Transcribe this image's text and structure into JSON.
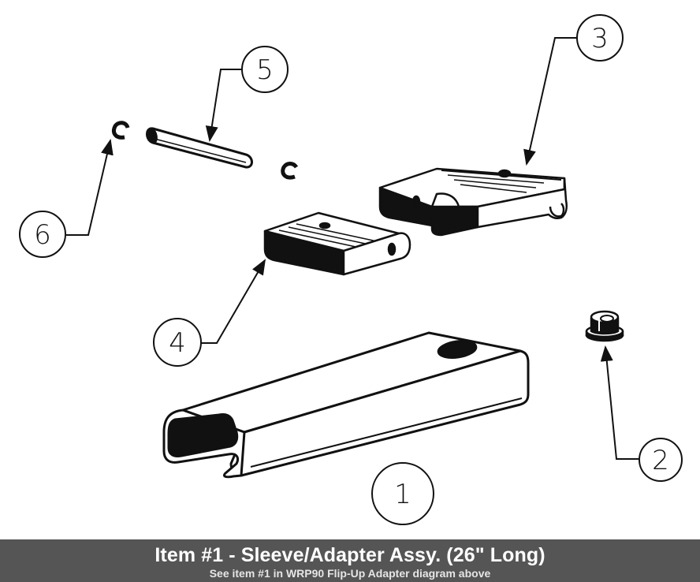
{
  "callouts": [
    {
      "label": "1"
    },
    {
      "label": "2"
    },
    {
      "label": "3"
    },
    {
      "label": "4"
    },
    {
      "label": "5"
    },
    {
      "label": "6"
    }
  ],
  "caption": {
    "title": "Item #1 - Sleeve/Adapter Assy. (26\" Long)",
    "subtitle": "See item #1 in WRP90 Flip-Up Adapter diagram above",
    "background": "#555555",
    "text_color": "#ffffff"
  },
  "colors": {
    "line": "#111111",
    "fill_dark": "#111111",
    "fill_light": "#ffffff"
  }
}
